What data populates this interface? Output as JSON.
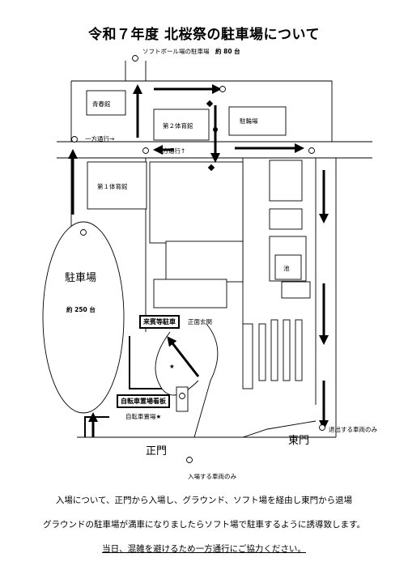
{
  "title": "令和７年度 北桜祭の駐車場について",
  "labels": {
    "softball_parking": "ソフトボール場の駐車場",
    "softball_capacity": "約 80 台",
    "seishunkan": "青春館",
    "gym2": "第２体育館",
    "bicycle_area": "駐輪場",
    "one_way_left": "一方通行→",
    "one_way_up": "一方通行↑",
    "gym1": "第１体育館",
    "parking_lot": "駐車場",
    "parking_capacity": "約 250 台",
    "pond": "池",
    "guest_parking": "来賓等駐車",
    "front_entrance": "正面玄関",
    "bike_sign": "自転車置場看板",
    "bike_area_star": "自転車置場★",
    "main_gate": "正門",
    "east_gate": "東門",
    "exit_only": "退出する車両のみ",
    "entry_only": "入場する車両のみ",
    "star": "★"
  },
  "footer": {
    "line1": "入場について、正門から入場し、グラウンド、ソフト場を経由し東門から退場",
    "line2": "グラウンドの駐車場が満車になりましたらソフト場で駐車するように誘導致します。",
    "line3": "当日、混雑を避けるため一方通行にご協力ください。"
  }
}
